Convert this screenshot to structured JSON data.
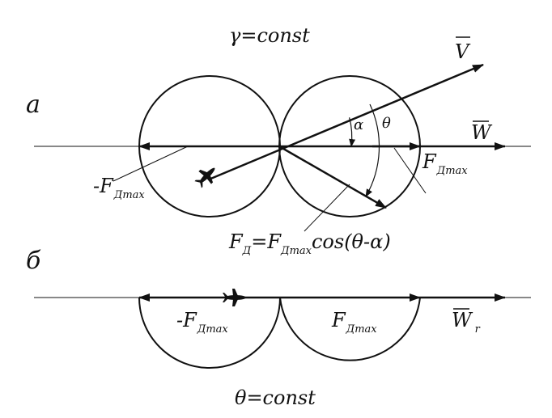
{
  "part_a": {
    "label": "а",
    "condition": "γ=const",
    "vector_v": "V",
    "vector_w": "W",
    "angle_alpha": "α",
    "angle_theta": "θ",
    "force_max_right": {
      "main": "F",
      "sub": "Дmax"
    },
    "force_max_left": {
      "prefix": "-F",
      "sub": "Дmax"
    },
    "formula": {
      "left_main": "F",
      "left_sub": "Д",
      "eq_main": "=F",
      "eq_sub": "Дmax",
      "tail": "cos(θ-α)"
    }
  },
  "part_b": {
    "label": "б",
    "condition": "θ=const",
    "vector_w": "W",
    "vector_w_sub": "r",
    "force_max_right": {
      "main": "F",
      "sub": "Дmax"
    },
    "force_max_left": {
      "prefix": "-F",
      "sub": "Дmax"
    }
  }
}
